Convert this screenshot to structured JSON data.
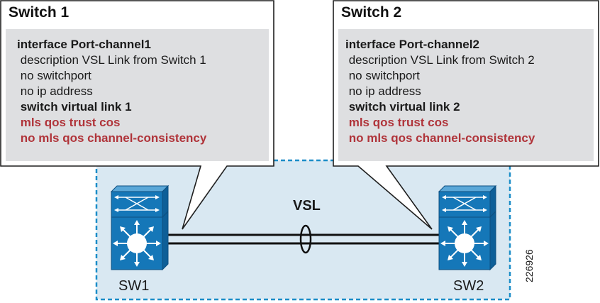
{
  "colors": {
    "callout_border": "#1f1f1f",
    "config_bg": "#dedfe1",
    "highlight_red": "#b0343a",
    "domain_fill": "#d9e8f2",
    "domain_border": "#1b8dc8",
    "switch_blue": "#1577b8"
  },
  "switch1": {
    "title": "Switch 1",
    "config": [
      {
        "text": "interface Port-channel1",
        "style": "bold"
      },
      {
        "text": " description VSL Link from Switch 1",
        "style": "normal"
      },
      {
        "text": " no switchport",
        "style": "normal"
      },
      {
        "text": " no ip address",
        "style": "normal"
      },
      {
        "text": " switch virtual link 1",
        "style": "bold"
      },
      {
        "text": " mls qos trust cos",
        "style": "red"
      },
      {
        "text": " no mls qos channel-consistency",
        "style": "red"
      }
    ]
  },
  "switch2": {
    "title": "Switch 2",
    "config": [
      {
        "text": "interface Port-channel2",
        "style": "bold"
      },
      {
        "text": " description VSL Link from Switch 2",
        "style": "normal"
      },
      {
        "text": " no switchport",
        "style": "normal"
      },
      {
        "text": " no ip address",
        "style": "normal"
      },
      {
        "text": " switch virtual link 2",
        "style": "bold"
      },
      {
        "text": " mls qos trust cos",
        "style": "red"
      },
      {
        "text": " no mls qos channel-consistency",
        "style": "red"
      }
    ]
  },
  "link_label": "VSL",
  "device1_label": "SW1",
  "device2_label": "SW2",
  "figure_id": "226926",
  "icons": [
    "multilayer-switch-icon",
    "port-channel-bundle-icon"
  ]
}
